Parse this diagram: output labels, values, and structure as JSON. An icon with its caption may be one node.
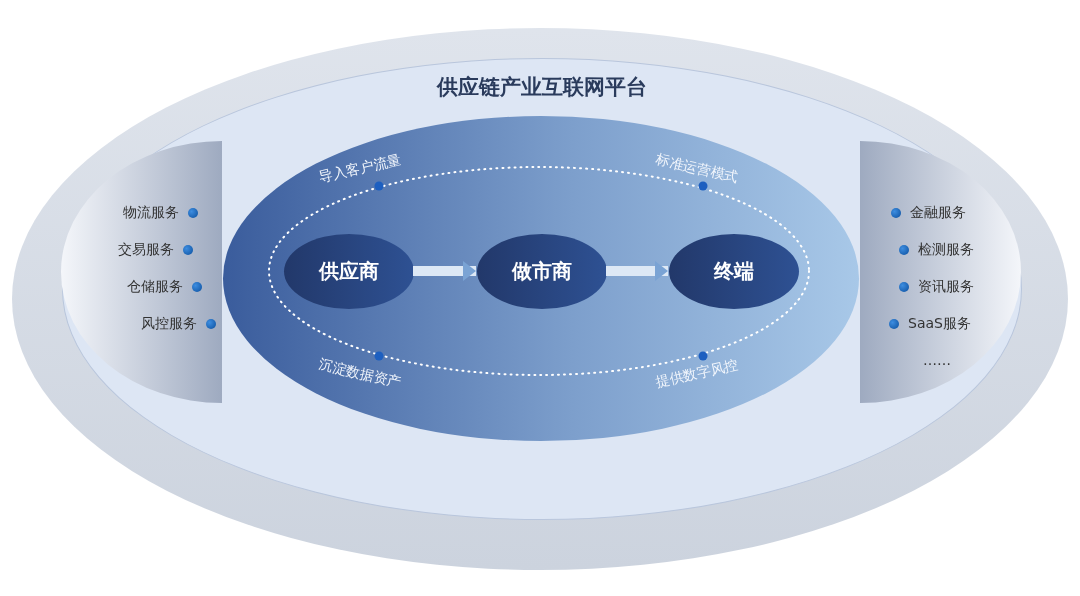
{
  "diagram": {
    "nodes": [
      {
        "text": [
          "供应链产业互联网平台"
        ]
      },
      {
        "text": [
          "物流服务",
          "交易服务",
          "仓储服务",
          "风控服务"
        ],
        "in": 0
      },
      {
        "text": [],
        "shape": "ellipse",
        "in": 0
      },
      {
        "text": [
          "供应商"
        ],
        "in": 2
      },
      {
        "text": [
          "做市商"
        ],
        "in": 2
      },
      {
        "text": [
          "终端"
        ],
        "in": 2
      },
      {
        "text": [
          "金融服务",
          "检测服务",
          "资讯服务",
          "SaaS服务",
          "……"
        ],
        "in": 0
      }
    ],
    "edges": [
      {
        "from": 3,
        "to": 4,
        "arrow": "to"
      },
      {
        "from": 4,
        "to": 5,
        "arrow": "to"
      }
    ],
    "labels": [
      "导入客户流量",
      "标准运营模式",
      "沉淀数据资产",
      "提供数字风控"
    ]
  }
}
